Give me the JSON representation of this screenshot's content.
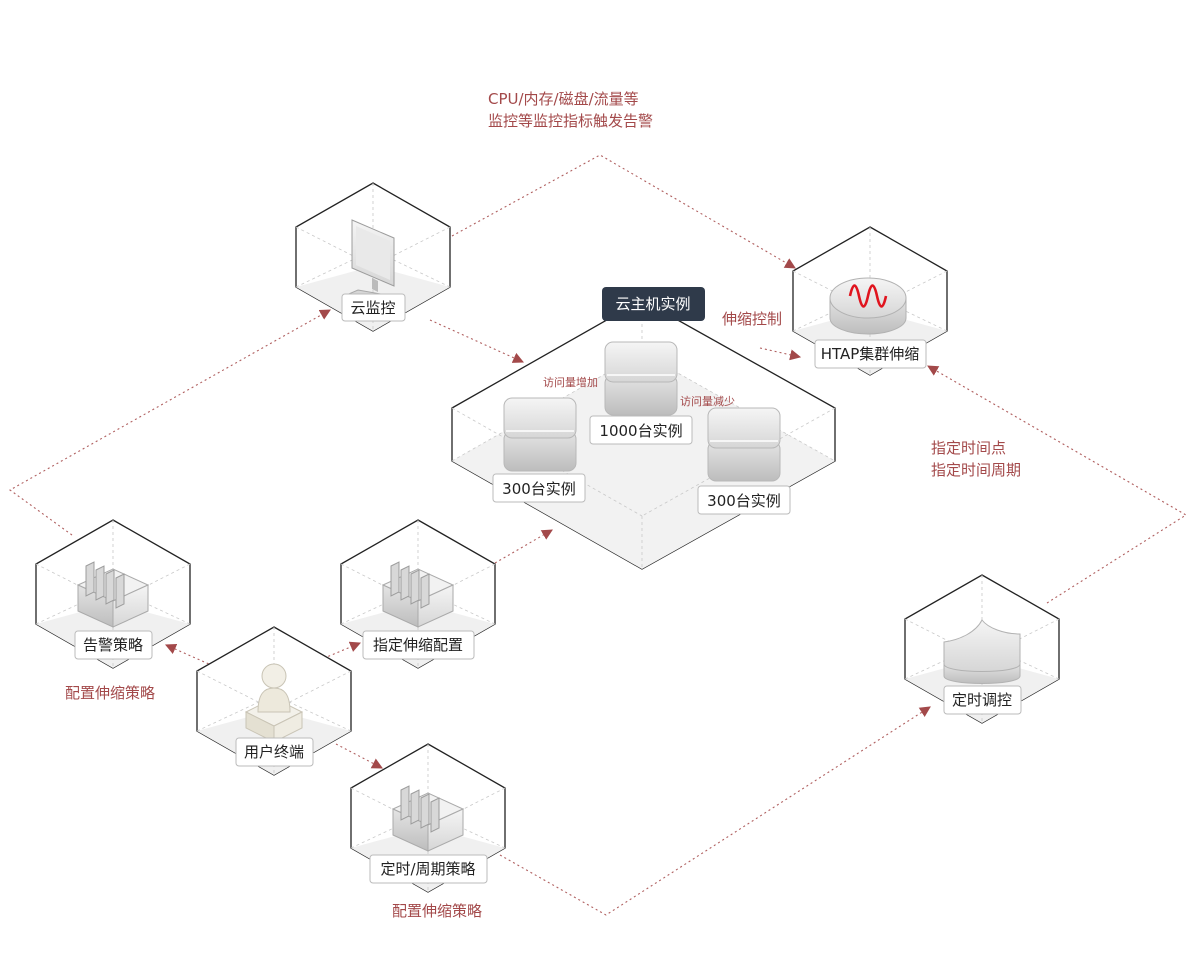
{
  "annotations": {
    "top_line1": "CPU/内存/磁盘/流量等",
    "top_line2": "监控等监控指标触发告警",
    "scale_control": "伸缩控制",
    "schedule_line1": "指定时间点",
    "schedule_line2": "指定时间周期",
    "config_left": "配置伸缩策略",
    "config_bottom": "配置伸缩策略",
    "traffic_up": "访问量增加",
    "traffic_down": "访问量减少"
  },
  "cluster": {
    "title": "云主机实例",
    "instances": [
      "300台实例",
      "1000台实例",
      "300台实例"
    ]
  },
  "nodes": {
    "cloud_monitor": "云监控",
    "htap": "HTAP集群伸缩",
    "alarm_policy": "告警策略",
    "designated_config": "指定伸缩配置",
    "user_terminal": "用户终端",
    "timed_policy": "定时/周期策略",
    "timed_control": "定时调控"
  },
  "colors": {
    "accent": "#a3494a",
    "title_bg": "#2f3a4a",
    "wave": "#e0141e"
  }
}
